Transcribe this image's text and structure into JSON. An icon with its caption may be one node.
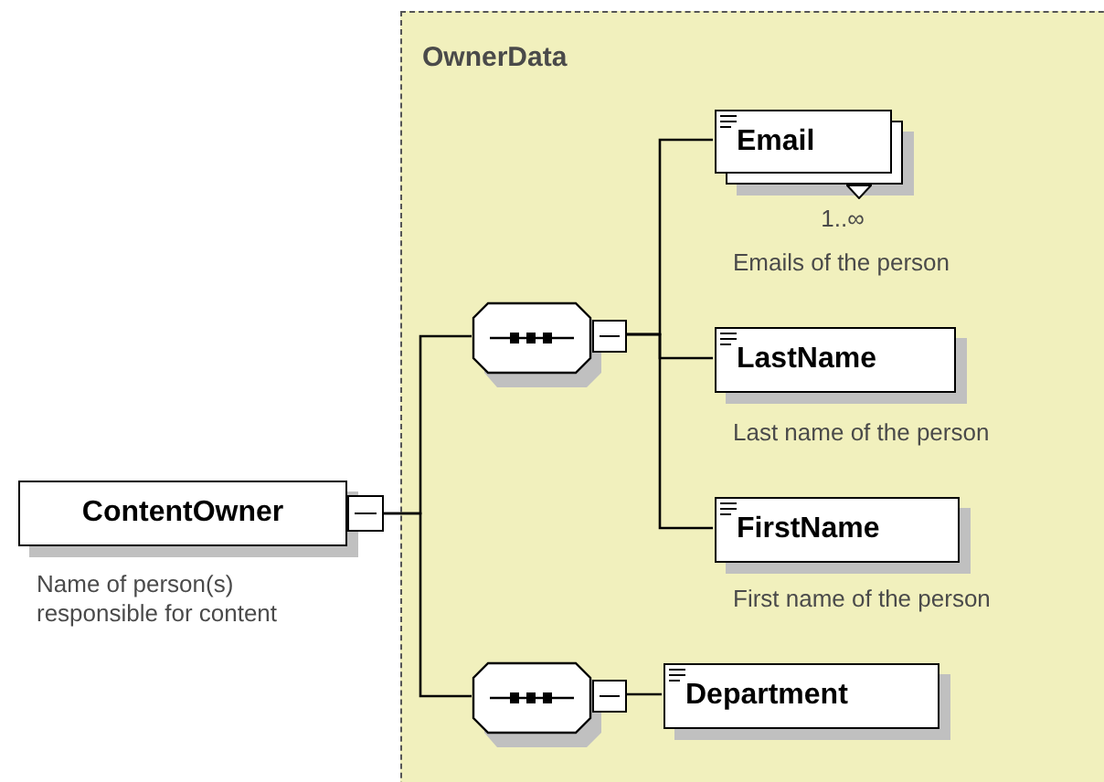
{
  "diagram": {
    "nodes": [
      {
        "text": [
          "OwnerData"
        ]
      },
      {
        "text": [
          "ContentOwner"
        ],
        "beside": [
          "Name of person(s) responsible for content"
        ]
      },
      {
        "text": [],
        "shape": "octagon",
        "in": 0
      },
      {
        "text": [
          "Email"
        ],
        "in": 0,
        "beside": [
          "1..∞",
          "Emails of the person"
        ]
      },
      {
        "text": [
          "LastName"
        ],
        "in": 0,
        "beside": [
          "Last name of the person"
        ]
      },
      {
        "text": [
          "FirstName"
        ],
        "in": 0,
        "beside": [
          "First name of the person"
        ]
      },
      {
        "text": [],
        "shape": "octagon",
        "in": 0
      },
      {
        "text": [
          "Department"
        ],
        "in": 0
      }
    ],
    "edges": [
      {
        "from": 1,
        "to": 2,
        "arrow": "none"
      },
      {
        "from": 1,
        "to": 6,
        "arrow": "none"
      },
      {
        "from": 2,
        "to": 3,
        "arrow": "none"
      },
      {
        "from": 2,
        "to": 4,
        "arrow": "none"
      },
      {
        "from": 2,
        "to": 5,
        "arrow": "none"
      },
      {
        "from": 6,
        "to": 7,
        "arrow": "none"
      }
    ]
  }
}
